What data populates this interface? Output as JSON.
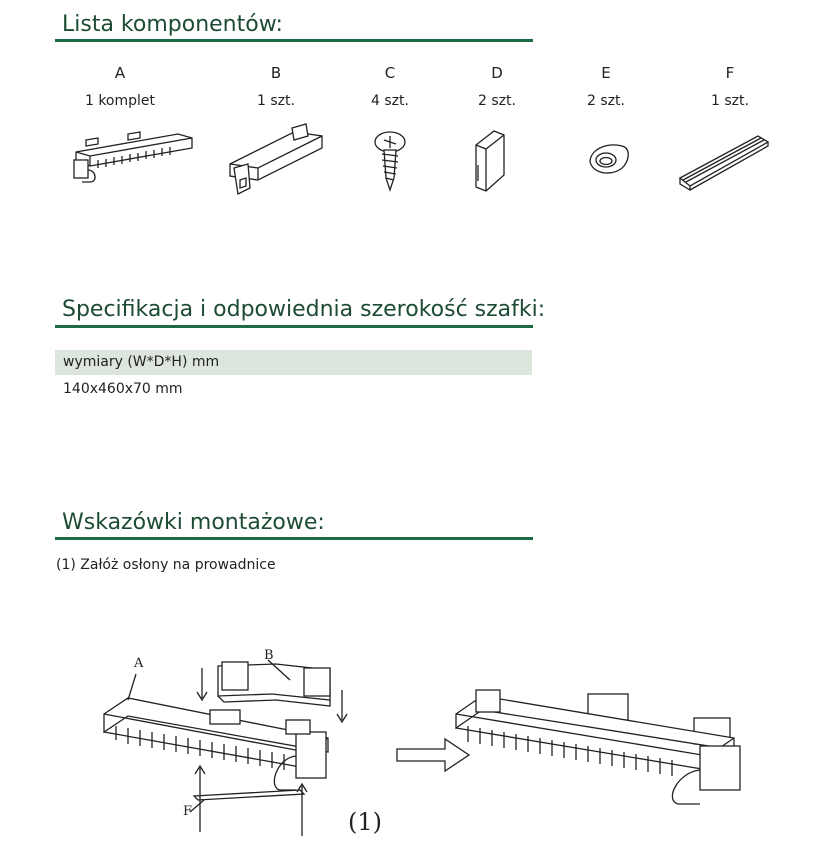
{
  "components": {
    "title": "Lista komponentów:",
    "items": [
      {
        "letter": "A",
        "qty": "1 komplet",
        "icon": "rack-assembly-icon"
      },
      {
        "letter": "B",
        "qty": "1 szt.",
        "icon": "mounting-bracket-icon"
      },
      {
        "letter": "C",
        "qty": "4 szt.",
        "icon": "screw-icon"
      },
      {
        "letter": "D",
        "qty": "2 szt.",
        "icon": "end-cap-icon"
      },
      {
        "letter": "E",
        "qty": "2 szt.",
        "icon": "rubber-ring-icon"
      },
      {
        "letter": "F",
        "qty": "1 szt.",
        "icon": "strip-icon"
      }
    ]
  },
  "spec": {
    "title": "Specifikacja i odpowiednia szerokość szafki:",
    "header": "wymiary (W*D*H) mm",
    "value": "140x460x70 mm"
  },
  "assembly": {
    "title": "Wskazówki montażowe:",
    "step1": "(1) Załóż osłony na prowadnice",
    "label_a": "A",
    "label_b": "B",
    "label_f": "F",
    "step_number": "(1)"
  }
}
